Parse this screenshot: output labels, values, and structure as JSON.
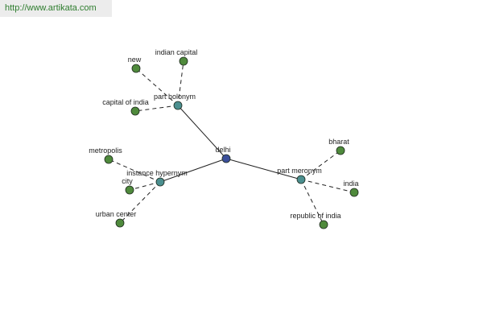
{
  "banner": {
    "url": "http://www.artikata.com"
  },
  "graph": {
    "colors": {
      "root": "#3b4f9a",
      "relation": "#4b8f8f",
      "leaf": "#4f8a3c",
      "edge": "#222222"
    },
    "nodes": [
      {
        "id": "delhi",
        "label": "delhi",
        "kind": "root"
      },
      {
        "id": "part-holonym",
        "label": "part holonym",
        "kind": "relation"
      },
      {
        "id": "instance-hypernym",
        "label": "instance hypernym",
        "kind": "relation"
      },
      {
        "id": "part-meronym",
        "label": "part meronym",
        "kind": "relation"
      },
      {
        "id": "new",
        "label": "new",
        "kind": "leaf"
      },
      {
        "id": "indian-capital",
        "label": "indian capital",
        "kind": "leaf"
      },
      {
        "id": "capital-of-india",
        "label": "capital of india",
        "kind": "leaf"
      },
      {
        "id": "metropolis",
        "label": "metropolis",
        "kind": "leaf"
      },
      {
        "id": "city",
        "label": "city",
        "kind": "leaf"
      },
      {
        "id": "urban-center",
        "label": "urban center",
        "kind": "leaf"
      },
      {
        "id": "bharat",
        "label": "bharat",
        "kind": "leaf"
      },
      {
        "id": "india",
        "label": "india",
        "kind": "leaf"
      },
      {
        "id": "republic-of-india",
        "label": "republic of india",
        "kind": "leaf"
      }
    ],
    "edges": [
      {
        "from": "delhi",
        "to": "part-holonym",
        "style": "solid"
      },
      {
        "from": "delhi",
        "to": "instance-hypernym",
        "style": "solid"
      },
      {
        "from": "delhi",
        "to": "part-meronym",
        "style": "solid"
      },
      {
        "from": "part-holonym",
        "to": "new",
        "style": "dashed"
      },
      {
        "from": "part-holonym",
        "to": "indian-capital",
        "style": "dashed"
      },
      {
        "from": "part-holonym",
        "to": "capital-of-india",
        "style": "dashed"
      },
      {
        "from": "instance-hypernym",
        "to": "metropolis",
        "style": "dashed"
      },
      {
        "from": "instance-hypernym",
        "to": "city",
        "style": "dashed"
      },
      {
        "from": "instance-hypernym",
        "to": "urban-center",
        "style": "dashed"
      },
      {
        "from": "part-meronym",
        "to": "bharat",
        "style": "dashed"
      },
      {
        "from": "part-meronym",
        "to": "india",
        "style": "dashed"
      },
      {
        "from": "part-meronym",
        "to": "republic-of-india",
        "style": "dashed"
      }
    ]
  }
}
